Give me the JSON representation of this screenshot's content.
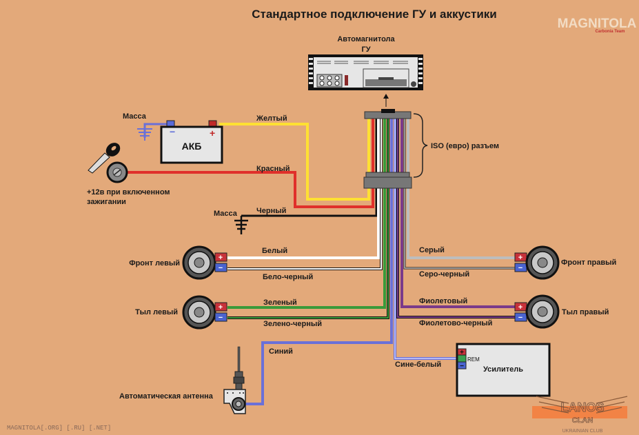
{
  "title": "Стандартное подключение ГУ и аккустики",
  "logo_top": {
    "main": "MAGNITOLA",
    "sub": "Carbonia Team"
  },
  "head_unit": {
    "label_line1": "Автомагнитола",
    "label_line2": "ГУ"
  },
  "iso_connector": {
    "label": "ISO (евро) разъем"
  },
  "battery": {
    "label": "АКБ",
    "plus": "+",
    "minus": "−"
  },
  "ground_labels": {
    "battery_ground": "Масса",
    "black_ground": "Масса"
  },
  "ignition": {
    "line1": "+12в при включенном",
    "line2": "зажигании"
  },
  "wires": {
    "yellow": {
      "label": "Желтый",
      "color": "#ffe033"
    },
    "red": {
      "label": "Красный",
      "color": "#e0302a"
    },
    "black": {
      "label": "Черный",
      "color": "#111111"
    },
    "white": {
      "label": "Белый",
      "color": "#ffffff"
    },
    "white_black": {
      "label": "Бело-черный",
      "color": "#ffffff"
    },
    "green": {
      "label": "Зеленый",
      "color": "#3a9a3a"
    },
    "green_black": {
      "label": "Зелено-черный",
      "color": "#3a9a3a"
    },
    "gray": {
      "label": "Серый",
      "color": "#bdbdbd"
    },
    "gray_black": {
      "label": "Серо-черный",
      "color": "#bdbdbd"
    },
    "violet": {
      "label": "Фиолетовый",
      "color": "#7a3a8a"
    },
    "violet_black": {
      "label": "Фиолетово-черный",
      "color": "#7a3a8a"
    },
    "blue": {
      "label": "Синий",
      "color": "#6a70d8"
    },
    "blue_white": {
      "label": "Сине-белый",
      "color": "#6a70d8"
    }
  },
  "speakers": {
    "front_left": "Фронт левый",
    "rear_left": "Тыл левый",
    "front_right": "Фронт правый",
    "rear_right": "Тыл правый"
  },
  "antenna": {
    "label": "Автоматическая антенна"
  },
  "amplifier": {
    "label": "Усилитель",
    "rem": "REM",
    "plus": "+",
    "minus": "−"
  },
  "footer": {
    "site": "MAGNITOLA[.ORG] [.RU] [.NET]"
  },
  "logo_bottom": {
    "main": "LANOS",
    "sub1": "CLAN",
    "sub2": "UKRAINIAN CLUB"
  }
}
